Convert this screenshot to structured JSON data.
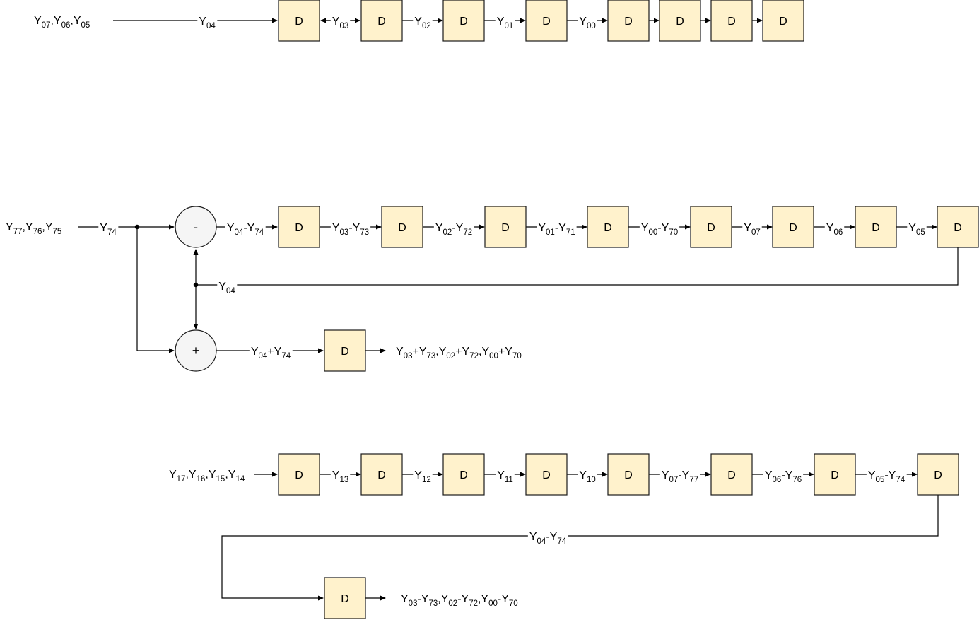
{
  "register_label": "D",
  "operators": {
    "subtract": "-",
    "add": "+"
  },
  "colors": {
    "register_fill": "#fff2cc",
    "operator_fill": "#f5f5f5",
    "wire": "#000000"
  },
  "rows": [
    {
      "id": "row1",
      "inputs": [
        [
          "Y",
          "07"
        ],
        [
          "Y",
          "06"
        ],
        [
          "Y",
          "05"
        ]
      ],
      "links": [
        [
          [
            "Y",
            "04"
          ]
        ],
        [
          [
            "Y",
            "03"
          ]
        ],
        [
          [
            "Y",
            "02"
          ]
        ],
        [
          [
            "Y",
            "01"
          ]
        ],
        [
          [
            "Y",
            "00"
          ]
        ]
      ]
    },
    {
      "id": "row2",
      "inputs": [
        [
          "Y",
          "77"
        ],
        [
          "Y",
          "76"
        ],
        [
          "Y",
          "75"
        ]
      ],
      "input_wire": [
        [
          "Y",
          "74"
        ]
      ],
      "links": [
        [
          [
            "Y",
            "04"
          ],
          [
            "-Y",
            "74"
          ]
        ],
        [
          [
            "Y",
            "03"
          ],
          [
            "-Y",
            "73"
          ]
        ],
        [
          [
            "Y",
            "02"
          ],
          [
            "-Y",
            "72"
          ]
        ],
        [
          [
            "Y",
            "01"
          ],
          [
            "-Y",
            "71"
          ]
        ],
        [
          [
            "Y",
            "00"
          ],
          [
            "-Y",
            "70"
          ]
        ],
        [
          [
            "Y",
            "07"
          ]
        ],
        [
          [
            "Y",
            "06"
          ]
        ],
        [
          [
            "Y",
            "05"
          ]
        ]
      ],
      "feedback": [
        [
          "Y",
          "04"
        ]
      ],
      "sum_wire": [
        [
          "Y",
          "04"
        ],
        [
          "+Y",
          "74"
        ]
      ],
      "output": [
        [
          "Y",
          "03"
        ],
        [
          "+Y",
          "73"
        ],
        [
          ",Y",
          "02"
        ],
        [
          "+Y",
          "72"
        ],
        [
          ",Y",
          "00"
        ],
        [
          "+Y",
          "70"
        ]
      ]
    },
    {
      "id": "row3",
      "inputs": [
        [
          "Y",
          "17"
        ],
        [
          "Y",
          "16"
        ],
        [
          "Y",
          "15"
        ],
        [
          "Y",
          "14"
        ]
      ],
      "links": [
        [
          [
            "Y",
            "13"
          ]
        ],
        [
          [
            "Y",
            "12"
          ]
        ],
        [
          [
            "Y",
            "11"
          ]
        ],
        [
          [
            "Y",
            "10"
          ]
        ],
        [
          [
            "Y",
            "07"
          ],
          [
            "-Y",
            "77"
          ]
        ],
        [
          [
            "Y",
            "06"
          ],
          [
            "-Y",
            "76"
          ]
        ],
        [
          [
            "Y",
            "05"
          ],
          [
            "-Y",
            "74"
          ]
        ]
      ],
      "feedback": [
        [
          "Y",
          "04"
        ],
        [
          "-Y",
          "74"
        ]
      ],
      "output": [
        [
          "Y",
          "03"
        ],
        [
          "-Y",
          "73"
        ],
        [
          ",Y",
          "02"
        ],
        [
          "-Y",
          "72"
        ],
        [
          ",Y",
          "00"
        ],
        [
          "-Y",
          "70"
        ]
      ]
    }
  ]
}
